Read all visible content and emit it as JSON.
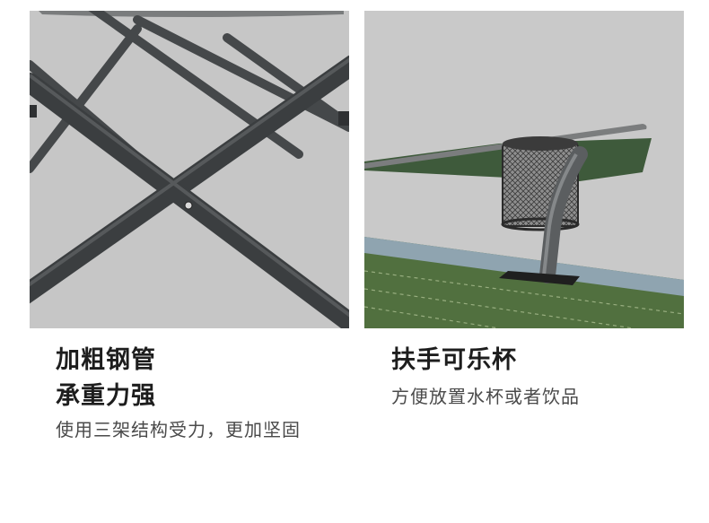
{
  "left": {
    "title_line1": "加粗钢管",
    "title_line2": "承重力强",
    "description": "使用三架结构受力，更加坚固"
  },
  "right": {
    "title": "扶手可乐杯",
    "description": "方便放置水杯或者饮品"
  },
  "colors": {
    "background_gray": "#c8c8c8",
    "tube_dark": "#3f4244",
    "fabric_green": "#4e6a48",
    "fabric_border_blue": "#8fa4b0"
  }
}
